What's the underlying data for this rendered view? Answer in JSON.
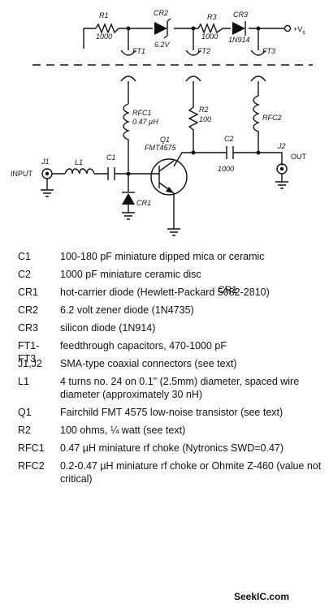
{
  "schematic": {
    "labels": {
      "r1": "R1",
      "r1_val": "1000",
      "cr2": "CR2",
      "cr2_val": "6.2V",
      "r3": "R3",
      "r3_val": "1000",
      "cr3": "CR3",
      "cr3_val": "1N914",
      "vs": "+V",
      "vs_sub": "s",
      "ft1": "FT1",
      "ft2": "FT2",
      "ft3": "FT3",
      "rfc1": "RFC1",
      "rfc1_val": "0.47 µH",
      "r2": "R2",
      "r2_val": "100",
      "rfc2": "RFC2",
      "q1": "Q1",
      "q1_val": "FMT4575",
      "c2": "C2",
      "c2_val": "1000",
      "j1": "J1",
      "input": "INPUT",
      "l1": "L1",
      "c1": "C1",
      "cr1": "CR1",
      "j2": "J2",
      "out": "OUT"
    }
  },
  "parts_list": [
    {
      "ref": "C1",
      "desc": "100-180 pF miniature dipped mica or ceramic"
    },
    {
      "ref": "C2",
      "desc": "1000 pF miniature ceramic disc"
    },
    {
      "ref": "CR1",
      "desc": "hot-carrier diode (Hewlett-Packard 5082-2810)"
    },
    {
      "ref": "CR2",
      "desc": "6.2 volt zener diode (1N4735)"
    },
    {
      "ref": "CR3",
      "desc": "silicon diode (1N914)"
    },
    {
      "ref": "FT1-FT3",
      "desc": "feedthrough capacitors, 470-1000 pF"
    },
    {
      "ref": "J1,J2",
      "desc": "SMA-type coaxial connectors (see text)"
    },
    {
      "ref": "L1",
      "desc": "4 turns no. 24 on 0.1\" (2.5mm) diameter, spaced wire diameter (approximately 30 nH)"
    },
    {
      "ref": "Q1",
      "desc": "Fairchild FMT 4575 low-noise transistor (see text)"
    },
    {
      "ref": "R2",
      "desc": "100 ohms, ¼ watt (see text)"
    },
    {
      "ref": "RFC1",
      "desc": "0.47 µH miniature rf choke (Nytronics SWD=0.47)"
    },
    {
      "ref": "RFC2",
      "desc": "0.2-0.47 µH miniature rf choke or Ohmite Z-460 (value not critical)"
    }
  ],
  "stray_label": "CR1",
  "watermark": "SeekIC.com"
}
